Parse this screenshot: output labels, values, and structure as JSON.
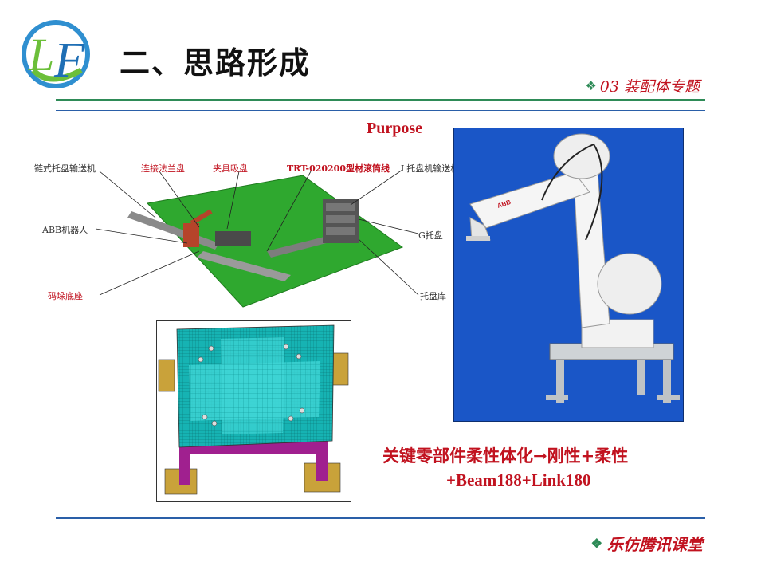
{
  "header": {
    "logo_text": "LF",
    "title": "二、思路形成",
    "section_label": "03 装配体专题"
  },
  "purpose_label": "Purpose",
  "layout_labels": {
    "chain_conveyor": "链式托盘输送机",
    "flange_plate": "连接法兰盘",
    "gripper": "夹具吸盘",
    "roller_line": "TRT-020200型材滚筒线",
    "l_conveyor": "L托盘机输送机",
    "abb_robot": "ABB机器人",
    "g_pallet": "G托盘",
    "base": "码垛底座",
    "pallet_store": "托盘库"
  },
  "robot_brand": "ABB",
  "caption": {
    "line1": "关键零部件柔性体化→刚性+柔性",
    "line2": "+Beam188+Link180"
  },
  "footer": {
    "label": "乐仿腾讯课堂"
  },
  "colors": {
    "accent_red": "#c1121f",
    "accent_green": "#2e8b57",
    "robot_bg": "#1a56c7",
    "floor_green": "#2fa82f"
  }
}
